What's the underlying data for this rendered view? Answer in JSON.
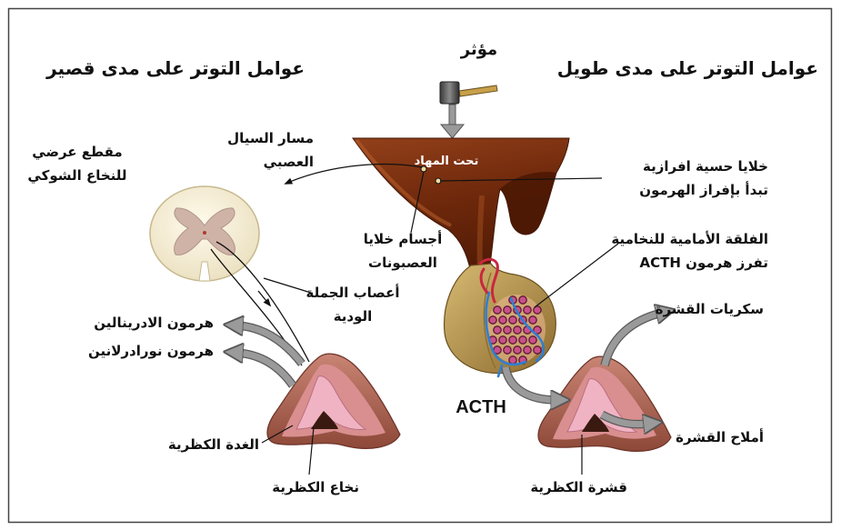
{
  "headings": {
    "short_term": "عوامل التوتر على مدى قصير",
    "stimulus": "مؤثر",
    "long_term": "عوامل التوتر على مدى طويل"
  },
  "labels": {
    "neural_pathway": [
      "مسار السيال",
      "العصبي"
    ],
    "hypothalamus": "تحت المهاد",
    "secretory_cells": [
      "خلايا حسية افرازية",
      "تبدأ بإفراز الهرمون"
    ],
    "spinal_cord_section": [
      "مقطع عرضي",
      "للنخاع الشوكي"
    ],
    "neuron_bodies": [
      "أجسام خلايا",
      "العصبونات"
    ],
    "anterior_pituitary": [
      "الفلقة الأمامية للنخامية",
      "تفرز هرمون ACTH"
    ],
    "sympathetic_nerves": [
      "أعصاب الجملة",
      "الودية"
    ],
    "adrenaline": "هرمون الادرينالين",
    "noradrenaline": "هرمون نورادرلانين",
    "cortex_sugars": "سكريات القشرة",
    "acth": "ACTH",
    "adrenal_gland": "الغدة الكظرية",
    "cortex_salts": "أملاح القشرة",
    "adrenal_medulla": "نخاع الكظرية",
    "adrenal_cortex": "قشرة الكظرية"
  },
  "colors": {
    "brain_tissue": "#6e280b",
    "pituitary": "#d6ba72",
    "capillary": "#c9508a",
    "artery": "#c8283f",
    "vein": "#2f7fd2",
    "adrenal_medulla": "#f0b3c3",
    "arrow": "#9a9a9a"
  }
}
